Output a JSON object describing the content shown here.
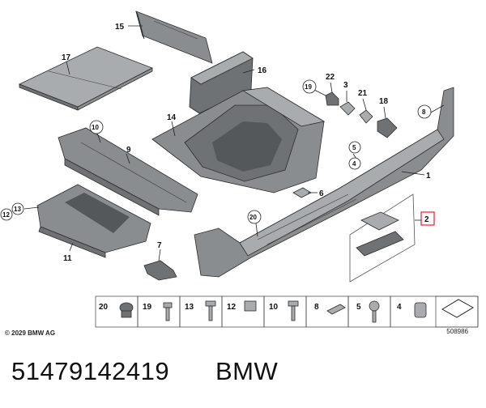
{
  "callouts": {
    "c1": "1",
    "c2": "2",
    "c4": "4",
    "c5": "5",
    "c6": "6",
    "c7": "7",
    "c8": "8",
    "c9": "9",
    "c10": "10",
    "c11": "11",
    "c12": "12",
    "c13": "13",
    "c14": "14",
    "c15": "15",
    "c16": "16",
    "c17": "17",
    "c18": "18",
    "c19": "19",
    "c20": "20",
    "c21": "21",
    "c22": "22",
    "c3": "3"
  },
  "legend": {
    "items": [
      "20",
      "19",
      "13",
      "12",
      "10",
      "8",
      "5",
      "4"
    ]
  },
  "footer": {
    "copyright": "© 2029 BMW AG",
    "diagram_id": "508986",
    "part_number": "51479142419",
    "brand": "BMW"
  }
}
